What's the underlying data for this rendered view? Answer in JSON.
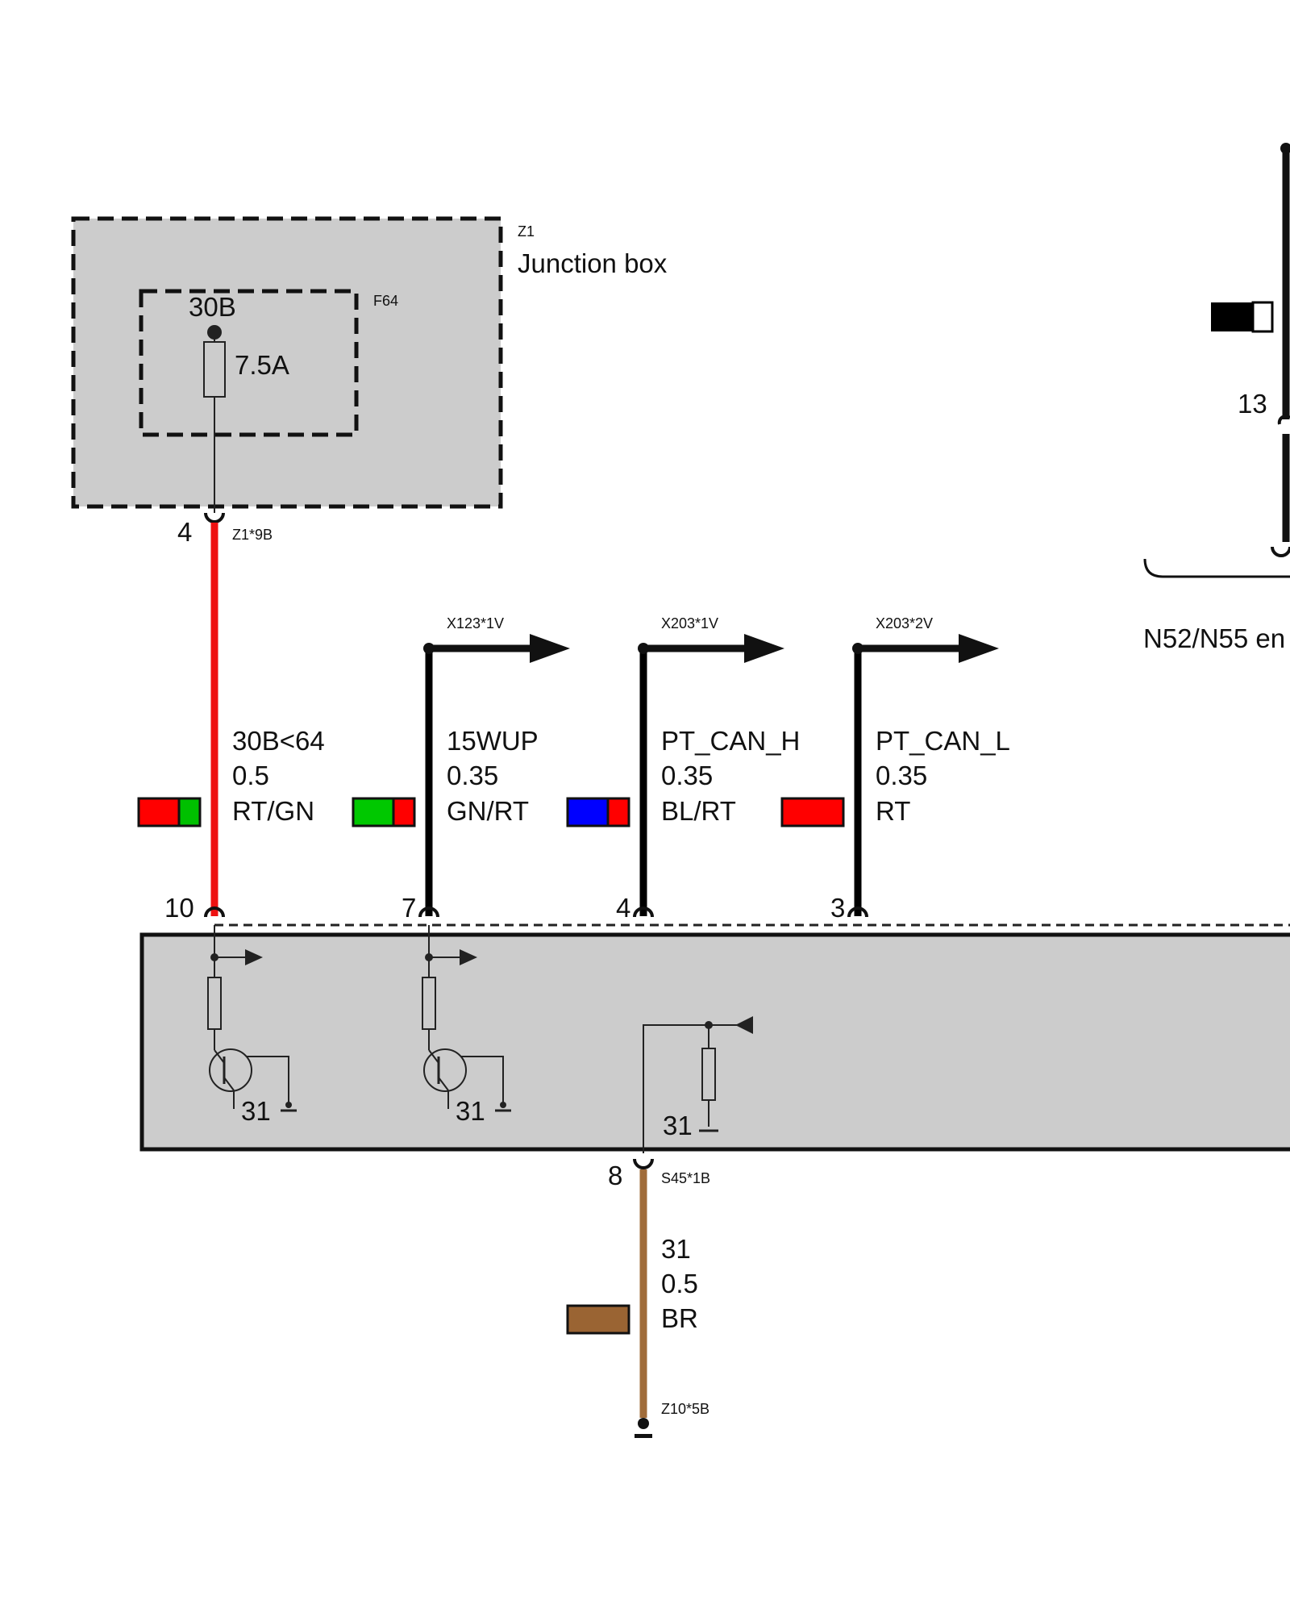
{
  "junction_box": {
    "id": "Z1",
    "title": "Junction box",
    "fuse_id": "F64",
    "fuse_terminal": "30B",
    "fuse_rating": "7.5A",
    "output_pin": "4",
    "output_connector": "Z1*9B"
  },
  "engine_label": "N52/N55 en",
  "engine_pin": "13",
  "wires": [
    {
      "pin": "10",
      "signal": "30B<64",
      "gauge": "0.5",
      "color_code": "RT/GN",
      "swatch": [
        "#ff0000",
        "#00c000"
      ],
      "wire_color": "#ee1111",
      "connector": ""
    },
    {
      "pin": "7",
      "signal": "15WUP",
      "gauge": "0.35",
      "color_code": "GN/RT",
      "swatch": [
        "#00c800",
        "#ff0000"
      ],
      "wire_color": "#000000",
      "connector": "X123*1V"
    },
    {
      "pin": "4",
      "signal": "PT_CAN_H",
      "gauge": "0.35",
      "color_code": "BL/RT",
      "swatch": [
        "#0000ff",
        "#ff0000"
      ],
      "wire_color": "#000000",
      "connector": "X203*1V"
    },
    {
      "pin": "3",
      "signal": "PT_CAN_L",
      "gauge": "0.35",
      "color_code": "RT",
      "swatch": [
        "#ff0000"
      ],
      "wire_color": "#000000",
      "connector": "X203*2V"
    }
  ],
  "module_grounds": [
    "31",
    "31",
    "31"
  ],
  "ground_wire": {
    "pin": "8",
    "connector": "S45*1B",
    "signal": "31",
    "gauge": "0.5",
    "color_code": "BR",
    "swatch": [
      "#9a6433"
    ],
    "wire_color": "#a06c3a",
    "end_connector": "Z10*5B"
  },
  "colors": {
    "box_fill": "#cccccc",
    "outline": "#111111"
  }
}
